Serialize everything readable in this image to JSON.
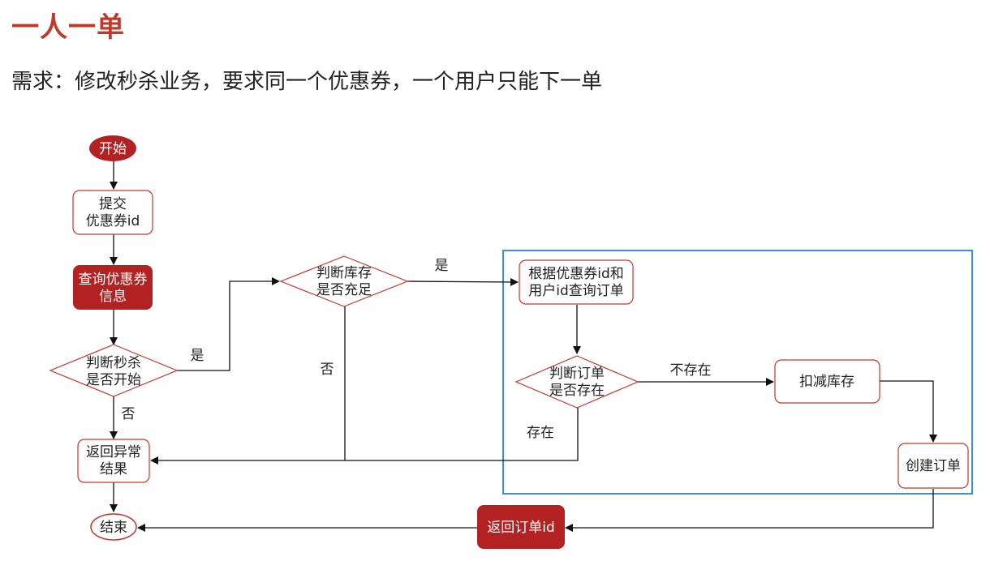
{
  "title": "一人一单",
  "requirement": "需求：修改秒杀业务，要求同一个优惠券，一个用户只能下一单",
  "colors": {
    "accent": "#c0392b",
    "dark_red": "#b22222",
    "box_border": "#c0392b",
    "highlight_frame": "#3a8fd6"
  },
  "nodes": {
    "start": "开始",
    "submit": [
      "提交",
      "优惠券id"
    ],
    "query_coupon": [
      "查询优惠券",
      "信息"
    ],
    "check_start": [
      "判断秒杀",
      "是否开始"
    ],
    "check_stock": [
      "判断库存",
      "是否充足"
    ],
    "query_order": [
      "根据优惠券id和",
      "用户id查询订单"
    ],
    "check_order": [
      "判断订单",
      "是否存在"
    ],
    "deduct_stock": "扣减库存",
    "create_order": "创建订单",
    "return_error": [
      "返回异常",
      "结果"
    ],
    "return_order": "返回订单id",
    "end": "结束"
  },
  "edge_labels": {
    "start_yes": "是",
    "start_no": "否",
    "stock_yes": "是",
    "stock_no": "否",
    "order_not_exist": "不存在",
    "order_exist": "存在"
  }
}
